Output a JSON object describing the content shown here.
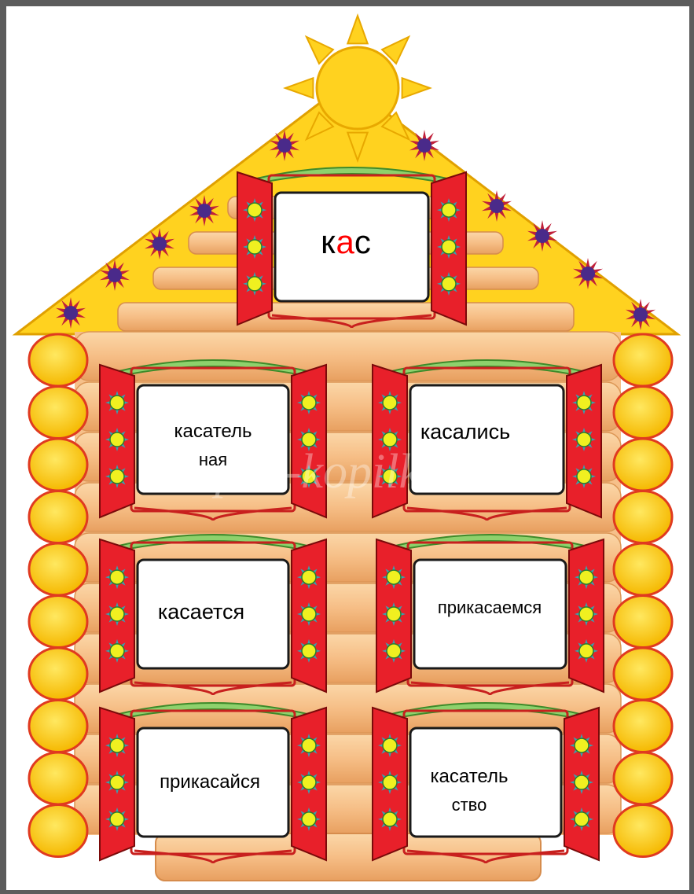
{
  "roof_word": {
    "prefix": "к",
    "highlight": "а",
    "suffix": "с",
    "highlight_color": "#ff0000"
  },
  "windows": [
    {
      "line1": "касатель",
      "line2": "ная"
    },
    {
      "line1": "касались",
      "line2": ""
    },
    {
      "line1": "касается",
      "line2": ""
    },
    {
      "line1": "прикасаемся",
      "line2": ""
    },
    {
      "line1": "прикасайся",
      "line2": ""
    },
    {
      "line1": "касатель",
      "line2": "ство"
    }
  ],
  "watermark": "ped-kopilka.ru",
  "colors": {
    "roof": "#ffd21f",
    "log_wall": "#f7c08a",
    "log_end": "#ffd400",
    "shutter": "#e8202a",
    "window_frame": "#c8201e",
    "cornice": "#8ed16c",
    "sun": "#ffd21f",
    "star": "#5b2b8c"
  }
}
